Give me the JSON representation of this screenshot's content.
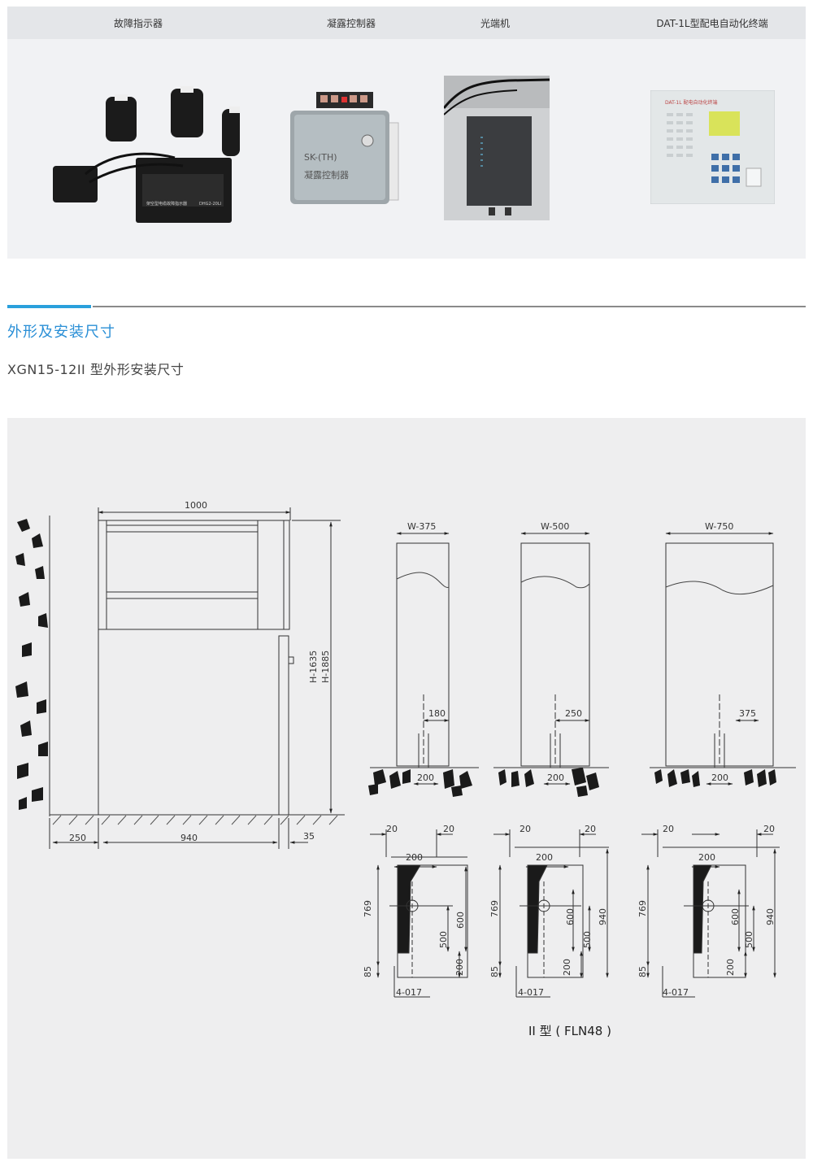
{
  "products": [
    {
      "title": "故障指示器",
      "photo_icon": "fault-indicator-photo"
    },
    {
      "title": "凝露控制器",
      "photo_icon": "condensation-controller-photo"
    },
    {
      "title": "光端机",
      "photo_icon": "optical-transceiver-photo"
    },
    {
      "title": "DAT-1L型配电自动化终端",
      "photo_icon": "distribution-terminal-photo"
    }
  ],
  "photo_texts": {
    "indicator_panel": "架空型电缆故障指示器",
    "indicator_model": "DHG2-20LI",
    "controller_model": "SK-(TH)",
    "controller_name": "凝露控制器",
    "terminal_header": "DAT-1L 配电自动化终端"
  },
  "section": {
    "title": "外形及安装尺寸",
    "subtitle": "XGN15-12II 型外形安装尺寸"
  },
  "front_view": {
    "width_label": "1000",
    "heights": [
      "H-1635",
      "H-1885"
    ],
    "bottom_dims": [
      "250",
      "940",
      "35"
    ]
  },
  "side_views": [
    {
      "width_label": "W-375",
      "offset_label": "180",
      "base_label": "200"
    },
    {
      "width_label": "W-500",
      "offset_label": "250",
      "base_label": "200"
    },
    {
      "width_label": "W-750",
      "offset_label": "375",
      "base_label": "200"
    }
  ],
  "plan_views": [
    {
      "left_margin": "20",
      "right_margin": "20",
      "top_label": "200",
      "height_769": "769",
      "height_85": "85",
      "v600": "600",
      "v500": "500",
      "v200": "200",
      "hole_label": "4-017"
    },
    {
      "left_margin": "20",
      "right_margin": "20",
      "top_label": "200",
      "height_769": "769",
      "height_85": "85",
      "v600": "600",
      "v500": "500",
      "v200": "200",
      "v940": "940",
      "hole_label": "4-017"
    },
    {
      "left_margin": "20",
      "right_margin": "20",
      "top_label": "200",
      "height_769": "769",
      "height_85": "85",
      "v600": "600",
      "v500": "500",
      "v200": "200",
      "v940": "940",
      "hole_label": "4-017"
    }
  ],
  "caption": "II 型 ( FLN48 )"
}
